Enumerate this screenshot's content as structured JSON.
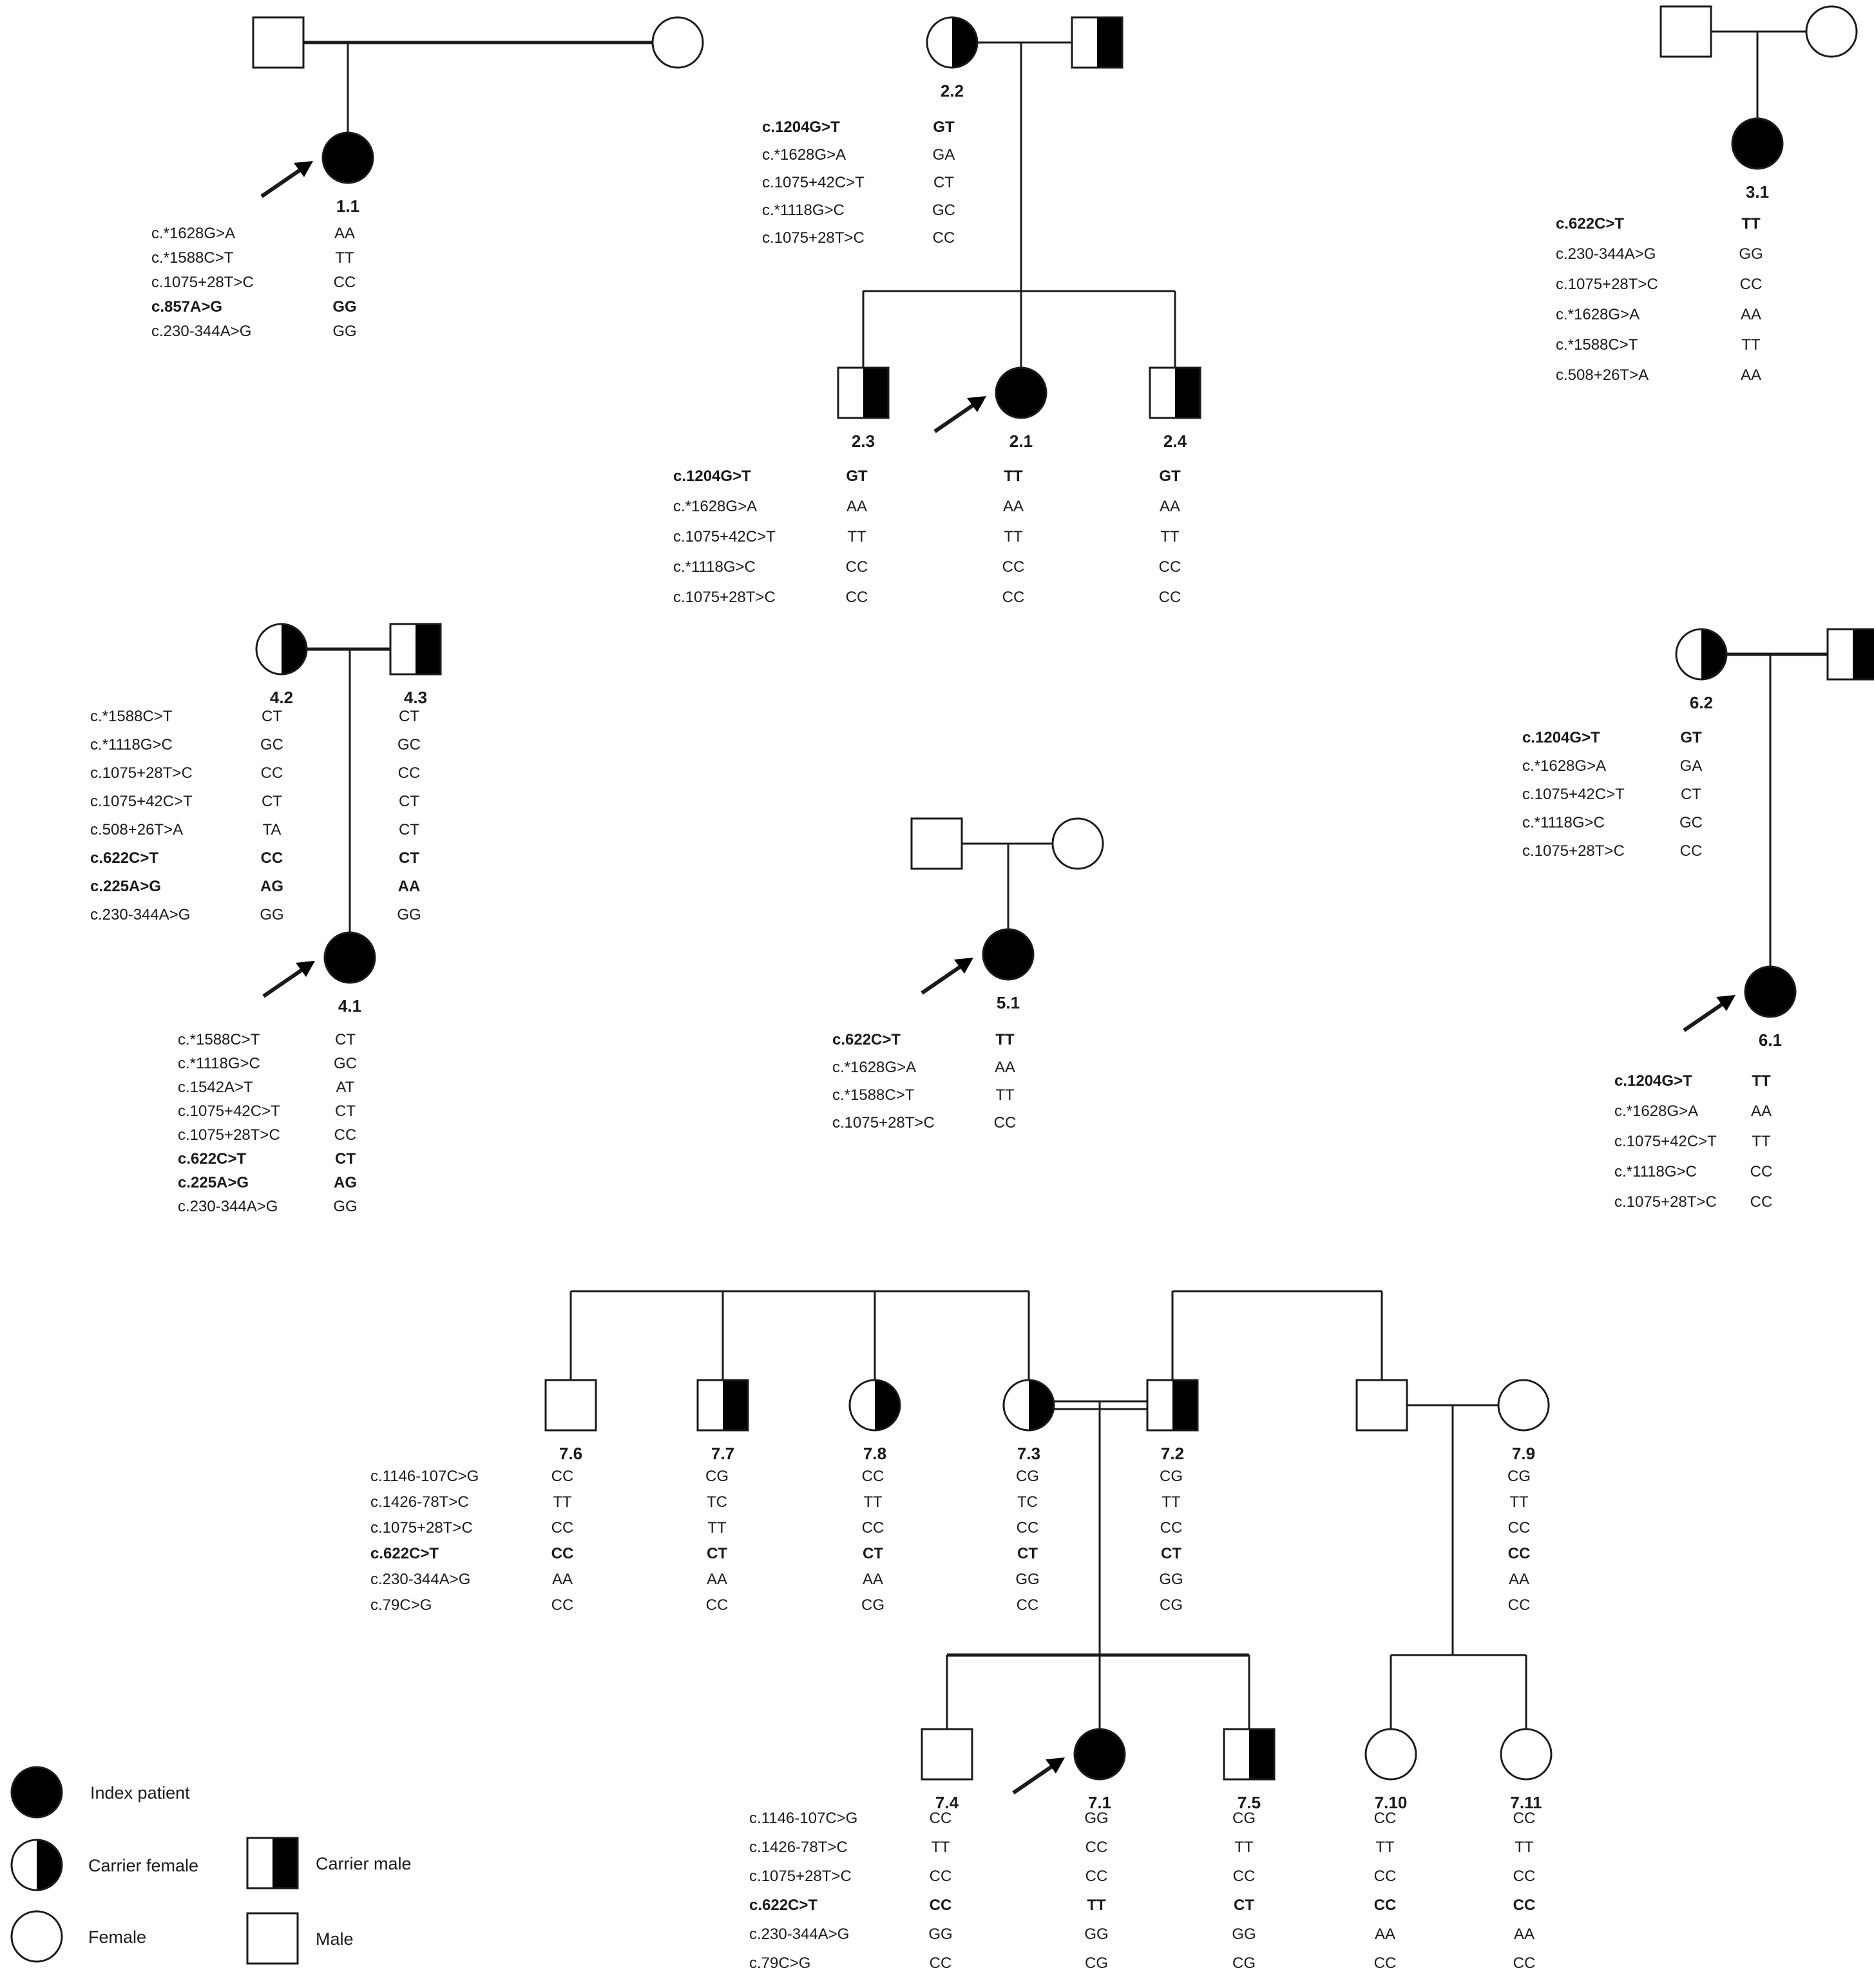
{
  "colors": {
    "line": "#1a1a1a",
    "fill": "#000000",
    "paper": "#ffffff"
  },
  "legend": {
    "index_patient": "Index patient",
    "carrier_female": "Carrier female",
    "carrier_male": "Carrier male",
    "female": "Female",
    "male": "Male"
  },
  "members": {
    "m1_1": {
      "id": "1.1",
      "sex": "female",
      "status": "affected",
      "proband": true
    },
    "m2_2": {
      "id": "2.2",
      "sex": "female",
      "status": "carrier"
    },
    "m2_2h": {
      "id": "",
      "sex": "male",
      "status": "carrier"
    },
    "m2_3": {
      "id": "2.3",
      "sex": "male",
      "status": "carrier"
    },
    "m2_1": {
      "id": "2.1",
      "sex": "female",
      "status": "affected",
      "proband": true
    },
    "m2_4": {
      "id": "2.4",
      "sex": "male",
      "status": "carrier"
    },
    "m3_1": {
      "id": "3.1",
      "sex": "female",
      "status": "affected"
    },
    "m4_2": {
      "id": "4.2",
      "sex": "female",
      "status": "carrier"
    },
    "m4_3": {
      "id": "4.3",
      "sex": "male",
      "status": "carrier"
    },
    "m4_1": {
      "id": "4.1",
      "sex": "female",
      "status": "affected",
      "proband": true
    },
    "m5_1": {
      "id": "5.1",
      "sex": "female",
      "status": "affected",
      "proband": true
    },
    "m6_2": {
      "id": "6.2",
      "sex": "female",
      "status": "carrier"
    },
    "m6_2h": {
      "id": "",
      "sex": "male",
      "status": "carrier"
    },
    "m6_1": {
      "id": "6.1",
      "sex": "female",
      "status": "affected",
      "proband": true
    },
    "m7_6": {
      "id": "7.6",
      "sex": "male",
      "status": "normal"
    },
    "m7_7": {
      "id": "7.7",
      "sex": "male",
      "status": "carrier"
    },
    "m7_8": {
      "id": "7.8",
      "sex": "female",
      "status": "carrier"
    },
    "m7_3": {
      "id": "7.3",
      "sex": "female",
      "status": "carrier"
    },
    "m7_2": {
      "id": "7.2",
      "sex": "male",
      "status": "carrier"
    },
    "m7_9": {
      "id": "7.9",
      "sex": "female",
      "status": "normal"
    },
    "m7_4": {
      "id": "7.4",
      "sex": "male",
      "status": "normal"
    },
    "m7_1": {
      "id": "7.1",
      "sex": "female",
      "status": "affected",
      "proband": true
    },
    "m7_5": {
      "id": "7.5",
      "sex": "male",
      "status": "carrier"
    },
    "m7_10": {
      "id": "7.10",
      "sex": "female",
      "status": "normal"
    },
    "m7_11": {
      "id": "7.11",
      "sex": "female",
      "status": "normal"
    }
  },
  "genotype_blocks": [
    {
      "variants": [
        {
          "name": "c.*1628G>A",
          "bold": false
        },
        {
          "name": "c.*1588C>T",
          "bold": false
        },
        {
          "name": "c.1075+28T>C",
          "bold": false
        },
        {
          "name": "c.857A>G",
          "bold": true
        },
        {
          "name": "c.230-344A>G",
          "bold": false
        }
      ],
      "columns": [
        [
          "AA",
          "TT",
          "CC",
          "GG",
          "GG"
        ]
      ]
    },
    {
      "variants": [
        {
          "name": "c.1204G>T",
          "bold": true
        },
        {
          "name": "c.*1628G>A",
          "bold": false
        },
        {
          "name": "c.1075+42C>T",
          "bold": false
        },
        {
          "name": "c.*1118G>C",
          "bold": false
        },
        {
          "name": "c.1075+28T>C",
          "bold": false
        }
      ],
      "columns": [
        [
          "GT",
          "GA",
          "CT",
          "GC",
          "CC"
        ]
      ]
    },
    {
      "variants": [
        {
          "name": "c.1204G>T",
          "bold": true
        },
        {
          "name": "c.*1628G>A",
          "bold": false
        },
        {
          "name": "c.1075+42C>T",
          "bold": false
        },
        {
          "name": "c.*1118G>C",
          "bold": false
        },
        {
          "name": "c.1075+28T>C",
          "bold": false
        }
      ],
      "columns": [
        [
          "GT",
          "AA",
          "TT",
          "CC",
          "CC"
        ],
        [
          "TT",
          "AA",
          "TT",
          "CC",
          "CC"
        ],
        [
          "GT",
          "AA",
          "TT",
          "CC",
          "CC"
        ]
      ]
    },
    {
      "variants": [
        {
          "name": "c.622C>T",
          "bold": true
        },
        {
          "name": "c.230-344A>G",
          "bold": false
        },
        {
          "name": "c.1075+28T>C",
          "bold": false
        },
        {
          "name": "c.*1628G>A",
          "bold": false
        },
        {
          "name": "c.*1588C>T",
          "bold": false
        },
        {
          "name": "c.508+26T>A",
          "bold": false
        }
      ],
      "columns": [
        [
          "TT",
          "GG",
          "CC",
          "AA",
          "TT",
          "AA"
        ]
      ]
    },
    {
      "variants": [
        {
          "name": "c.*1588C>T",
          "bold": false
        },
        {
          "name": "c.*1118G>C",
          "bold": false
        },
        {
          "name": "c.1075+28T>C",
          "bold": false
        },
        {
          "name": "c.1075+42C>T",
          "bold": false
        },
        {
          "name": "c.508+26T>A",
          "bold": false
        },
        {
          "name": "c.622C>T",
          "bold": true
        },
        {
          "name": "c.225A>G",
          "bold": true
        },
        {
          "name": "c.230-344A>G",
          "bold": false
        }
      ],
      "columns": [
        [
          "CT",
          "GC",
          "CC",
          "CT",
          "TA",
          "CC",
          "AG",
          "GG"
        ],
        [
          "CT",
          "GC",
          "CC",
          "CT",
          "CT",
          "CT",
          "AA",
          "GG"
        ]
      ]
    },
    {
      "variants": [
        {
          "name": "c.*1588C>T",
          "bold": false
        },
        {
          "name": "c.*1118G>C",
          "bold": false
        },
        {
          "name": "c.1542A>T",
          "bold": false
        },
        {
          "name": "c.1075+42C>T",
          "bold": false
        },
        {
          "name": "c.1075+28T>C",
          "bold": false
        },
        {
          "name": "c.622C>T",
          "bold": true
        },
        {
          "name": "c.225A>G",
          "bold": true
        },
        {
          "name": "c.230-344A>G",
          "bold": false
        }
      ],
      "columns": [
        [
          "CT",
          "GC",
          "AT",
          "CT",
          "CC",
          "CT",
          "AG",
          "GG"
        ]
      ]
    },
    {
      "variants": [
        {
          "name": "c.622C>T",
          "bold": true
        },
        {
          "name": "c.*1628G>A",
          "bold": false
        },
        {
          "name": "c.*1588C>T",
          "bold": false
        },
        {
          "name": "c.1075+28T>C",
          "bold": false
        }
      ],
      "columns": [
        [
          "TT",
          "AA",
          "TT",
          "CC"
        ]
      ]
    },
    {
      "variants": [
        {
          "name": "c.1204G>T",
          "bold": true
        },
        {
          "name": "c.*1628G>A",
          "bold": false
        },
        {
          "name": "c.1075+42C>T",
          "bold": false
        },
        {
          "name": "c.*1118G>C",
          "bold": false
        },
        {
          "name": "c.1075+28T>C",
          "bold": false
        }
      ],
      "columns": [
        [
          "GT",
          "GA",
          "CT",
          "GC",
          "CC"
        ]
      ]
    },
    {
      "variants": [
        {
          "name": "c.1204G>T",
          "bold": true
        },
        {
          "name": "c.*1628G>A",
          "bold": false
        },
        {
          "name": "c.1075+42C>T",
          "bold": false
        },
        {
          "name": "c.*1118G>C",
          "bold": false
        },
        {
          "name": "c.1075+28T>C",
          "bold": false
        }
      ],
      "columns": [
        [
          "TT",
          "AA",
          "TT",
          "CC",
          "CC"
        ]
      ]
    },
    {
      "variants": [
        {
          "name": "c.1146-107C>G",
          "bold": false
        },
        {
          "name": "c.1426-78T>C",
          "bold": false
        },
        {
          "name": "c.1075+28T>C",
          "bold": false
        },
        {
          "name": "c.622C>T",
          "bold": true
        },
        {
          "name": "c.230-344A>G",
          "bold": false
        },
        {
          "name": "c.79C>G",
          "bold": false
        }
      ],
      "columns": [
        [
          "CC",
          "TT",
          "CC",
          "CC",
          "AA",
          "CC"
        ],
        [
          "CG",
          "TC",
          "TT",
          "CT",
          "AA",
          "CC"
        ],
        [
          "CC",
          "TT",
          "CC",
          "CT",
          "AA",
          "CG"
        ],
        [
          "CG",
          "TC",
          "CC",
          "CT",
          "GG",
          "CC"
        ],
        [
          "CG",
          "TT",
          "CC",
          "CT",
          "GG",
          "CG"
        ],
        [
          "CG",
          "TT",
          "CC",
          "CC",
          "AA",
          "CC"
        ]
      ]
    },
    {
      "variants": [
        {
          "name": "c.1146-107C>G",
          "bold": false
        },
        {
          "name": "c.1426-78T>C",
          "bold": false
        },
        {
          "name": "c.1075+28T>C",
          "bold": false
        },
        {
          "name": "c.622C>T",
          "bold": true
        },
        {
          "name": "c.230-344A>G",
          "bold": false
        },
        {
          "name": "c.79C>G",
          "bold": false
        }
      ],
      "columns": [
        [
          "CC",
          "TT",
          "CC",
          "CC",
          "GG",
          "CC"
        ],
        [
          "GG",
          "CC",
          "CC",
          "TT",
          "GG",
          "CG"
        ],
        [
          "CG",
          "TT",
          "CC",
          "CT",
          "GG",
          "CG"
        ],
        [
          "CC",
          "TT",
          "CC",
          "CC",
          "AA",
          "CC"
        ],
        [
          "CC",
          "TT",
          "CC",
          "CC",
          "AA",
          "CC"
        ]
      ]
    }
  ]
}
